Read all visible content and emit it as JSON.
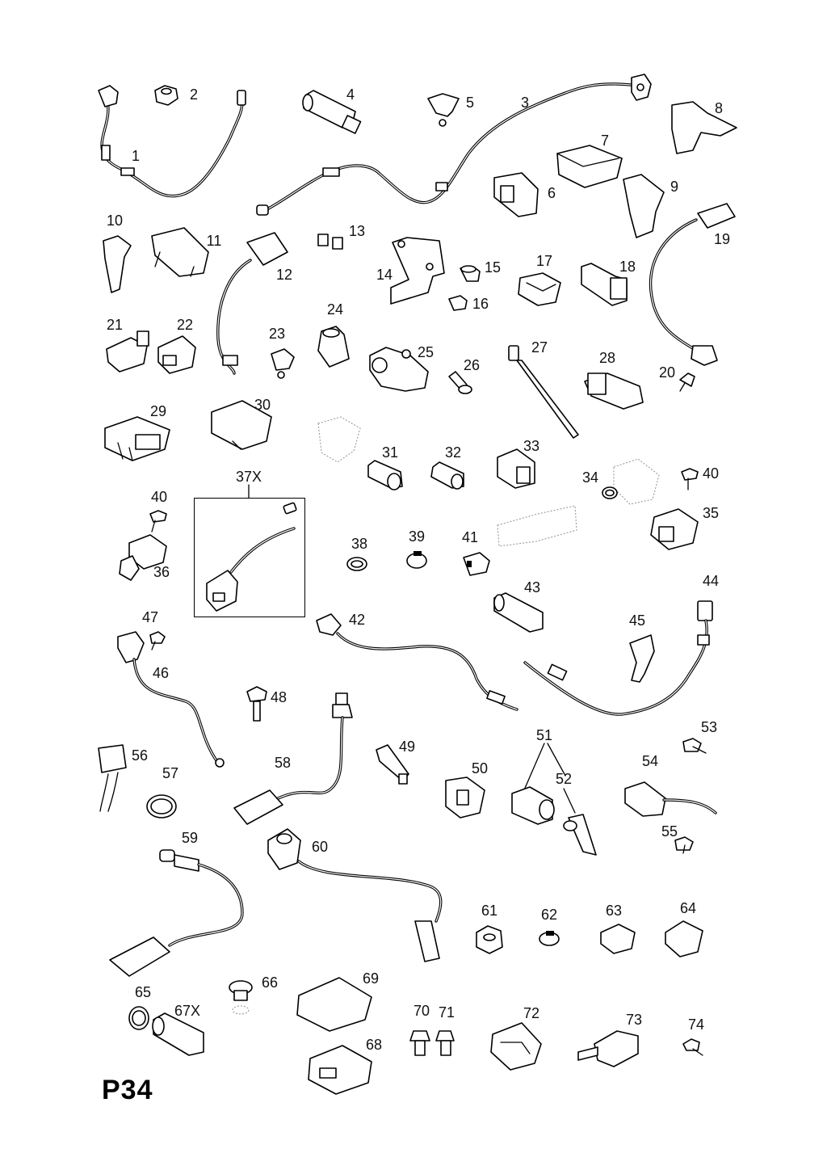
{
  "diagram": {
    "page_code": "P34",
    "callouts": [
      "1",
      "2",
      "3",
      "4",
      "5",
      "6",
      "7",
      "8",
      "9",
      "10",
      "11",
      "12",
      "13",
      "14",
      "15",
      "16",
      "17",
      "18",
      "19",
      "20",
      "21",
      "22",
      "23",
      "24",
      "25",
      "26",
      "27",
      "28",
      "29",
      "30",
      "31",
      "32",
      "33",
      "34",
      "35",
      "36",
      "37X",
      "38",
      "39",
      "40",
      "41",
      "42",
      "43",
      "44",
      "45",
      "46",
      "47",
      "48",
      "49",
      "50",
      "51",
      "52",
      "53",
      "54",
      "55",
      "56",
      "57",
      "58",
      "59",
      "60",
      "61",
      "62",
      "63",
      "64",
      "65",
      "66",
      "67X",
      "68",
      "69",
      "70",
      "71",
      "72",
      "73",
      "74"
    ],
    "duplicate_callouts": {
      "40b": "40"
    }
  }
}
